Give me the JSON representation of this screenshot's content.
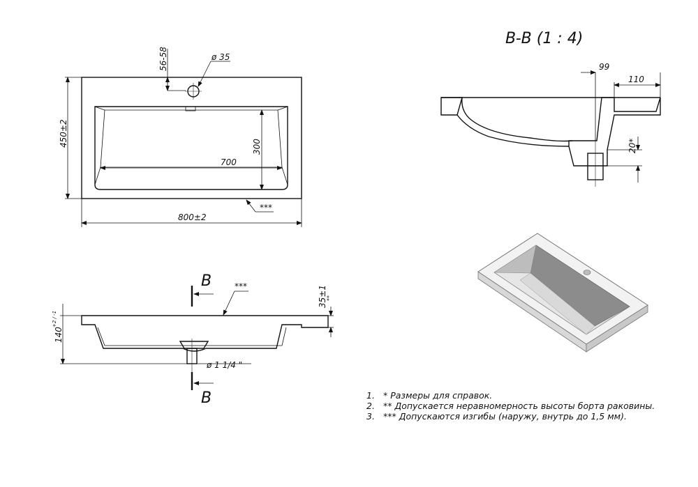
{
  "section_title": "B-B (1 : 4)",
  "section_marker": "B",
  "top_view": {
    "dim_width": "800±2",
    "dim_depth": "450±2",
    "dim_bowl_width": "700",
    "dim_bowl_depth": "300",
    "dim_tap_hole": "ø 35",
    "dim_tap_offset": "56-58",
    "edge_note": "***"
  },
  "front_view": {
    "dim_height": "140",
    "dim_height_tol": "+2 / -1",
    "dim_rim": "35±1",
    "dim_rim_note": "**",
    "dim_drain": "ø 1 1/4 \"",
    "edge_note": "***"
  },
  "section_view": {
    "dim_99": "99",
    "dim_110": "110",
    "dim_20": "20*"
  },
  "notes": [
    {
      "num": "1.",
      "text": "* Размеры для справок."
    },
    {
      "num": "2.",
      "text": "** Допускается неравномерность высоты борта раковины."
    },
    {
      "num": "3.",
      "text": "*** Допускаются изгибы (наружу, внутрь до 1,5 мм)."
    }
  ]
}
